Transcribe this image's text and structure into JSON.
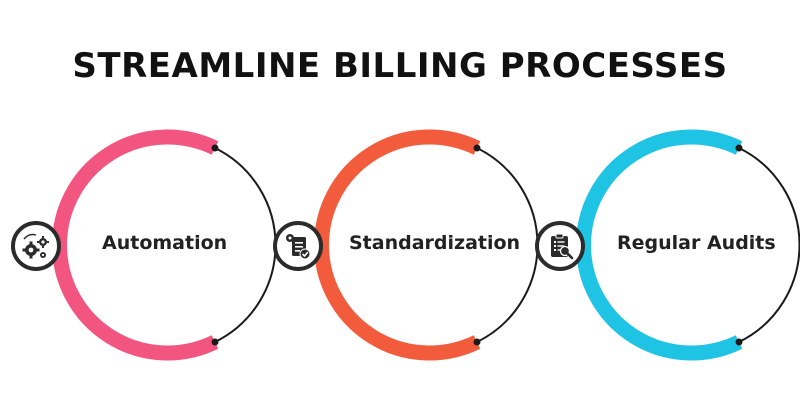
{
  "title": "STREAMLINE BILLING PROCESSES",
  "items": [
    {
      "label": "Automation",
      "color": "#F2557F",
      "icon": "gears-automation-icon"
    },
    {
      "label": "Standardization",
      "color": "#F25C3C",
      "icon": "document-settings-check-icon"
    },
    {
      "label": "Regular Audits",
      "color": "#1FC3E3",
      "icon": "clipboard-audit-magnifier-icon"
    }
  ],
  "colors": {
    "text": "#222222",
    "badge_border": "#2b2b2b",
    "connector": "#1a1a1a"
  }
}
